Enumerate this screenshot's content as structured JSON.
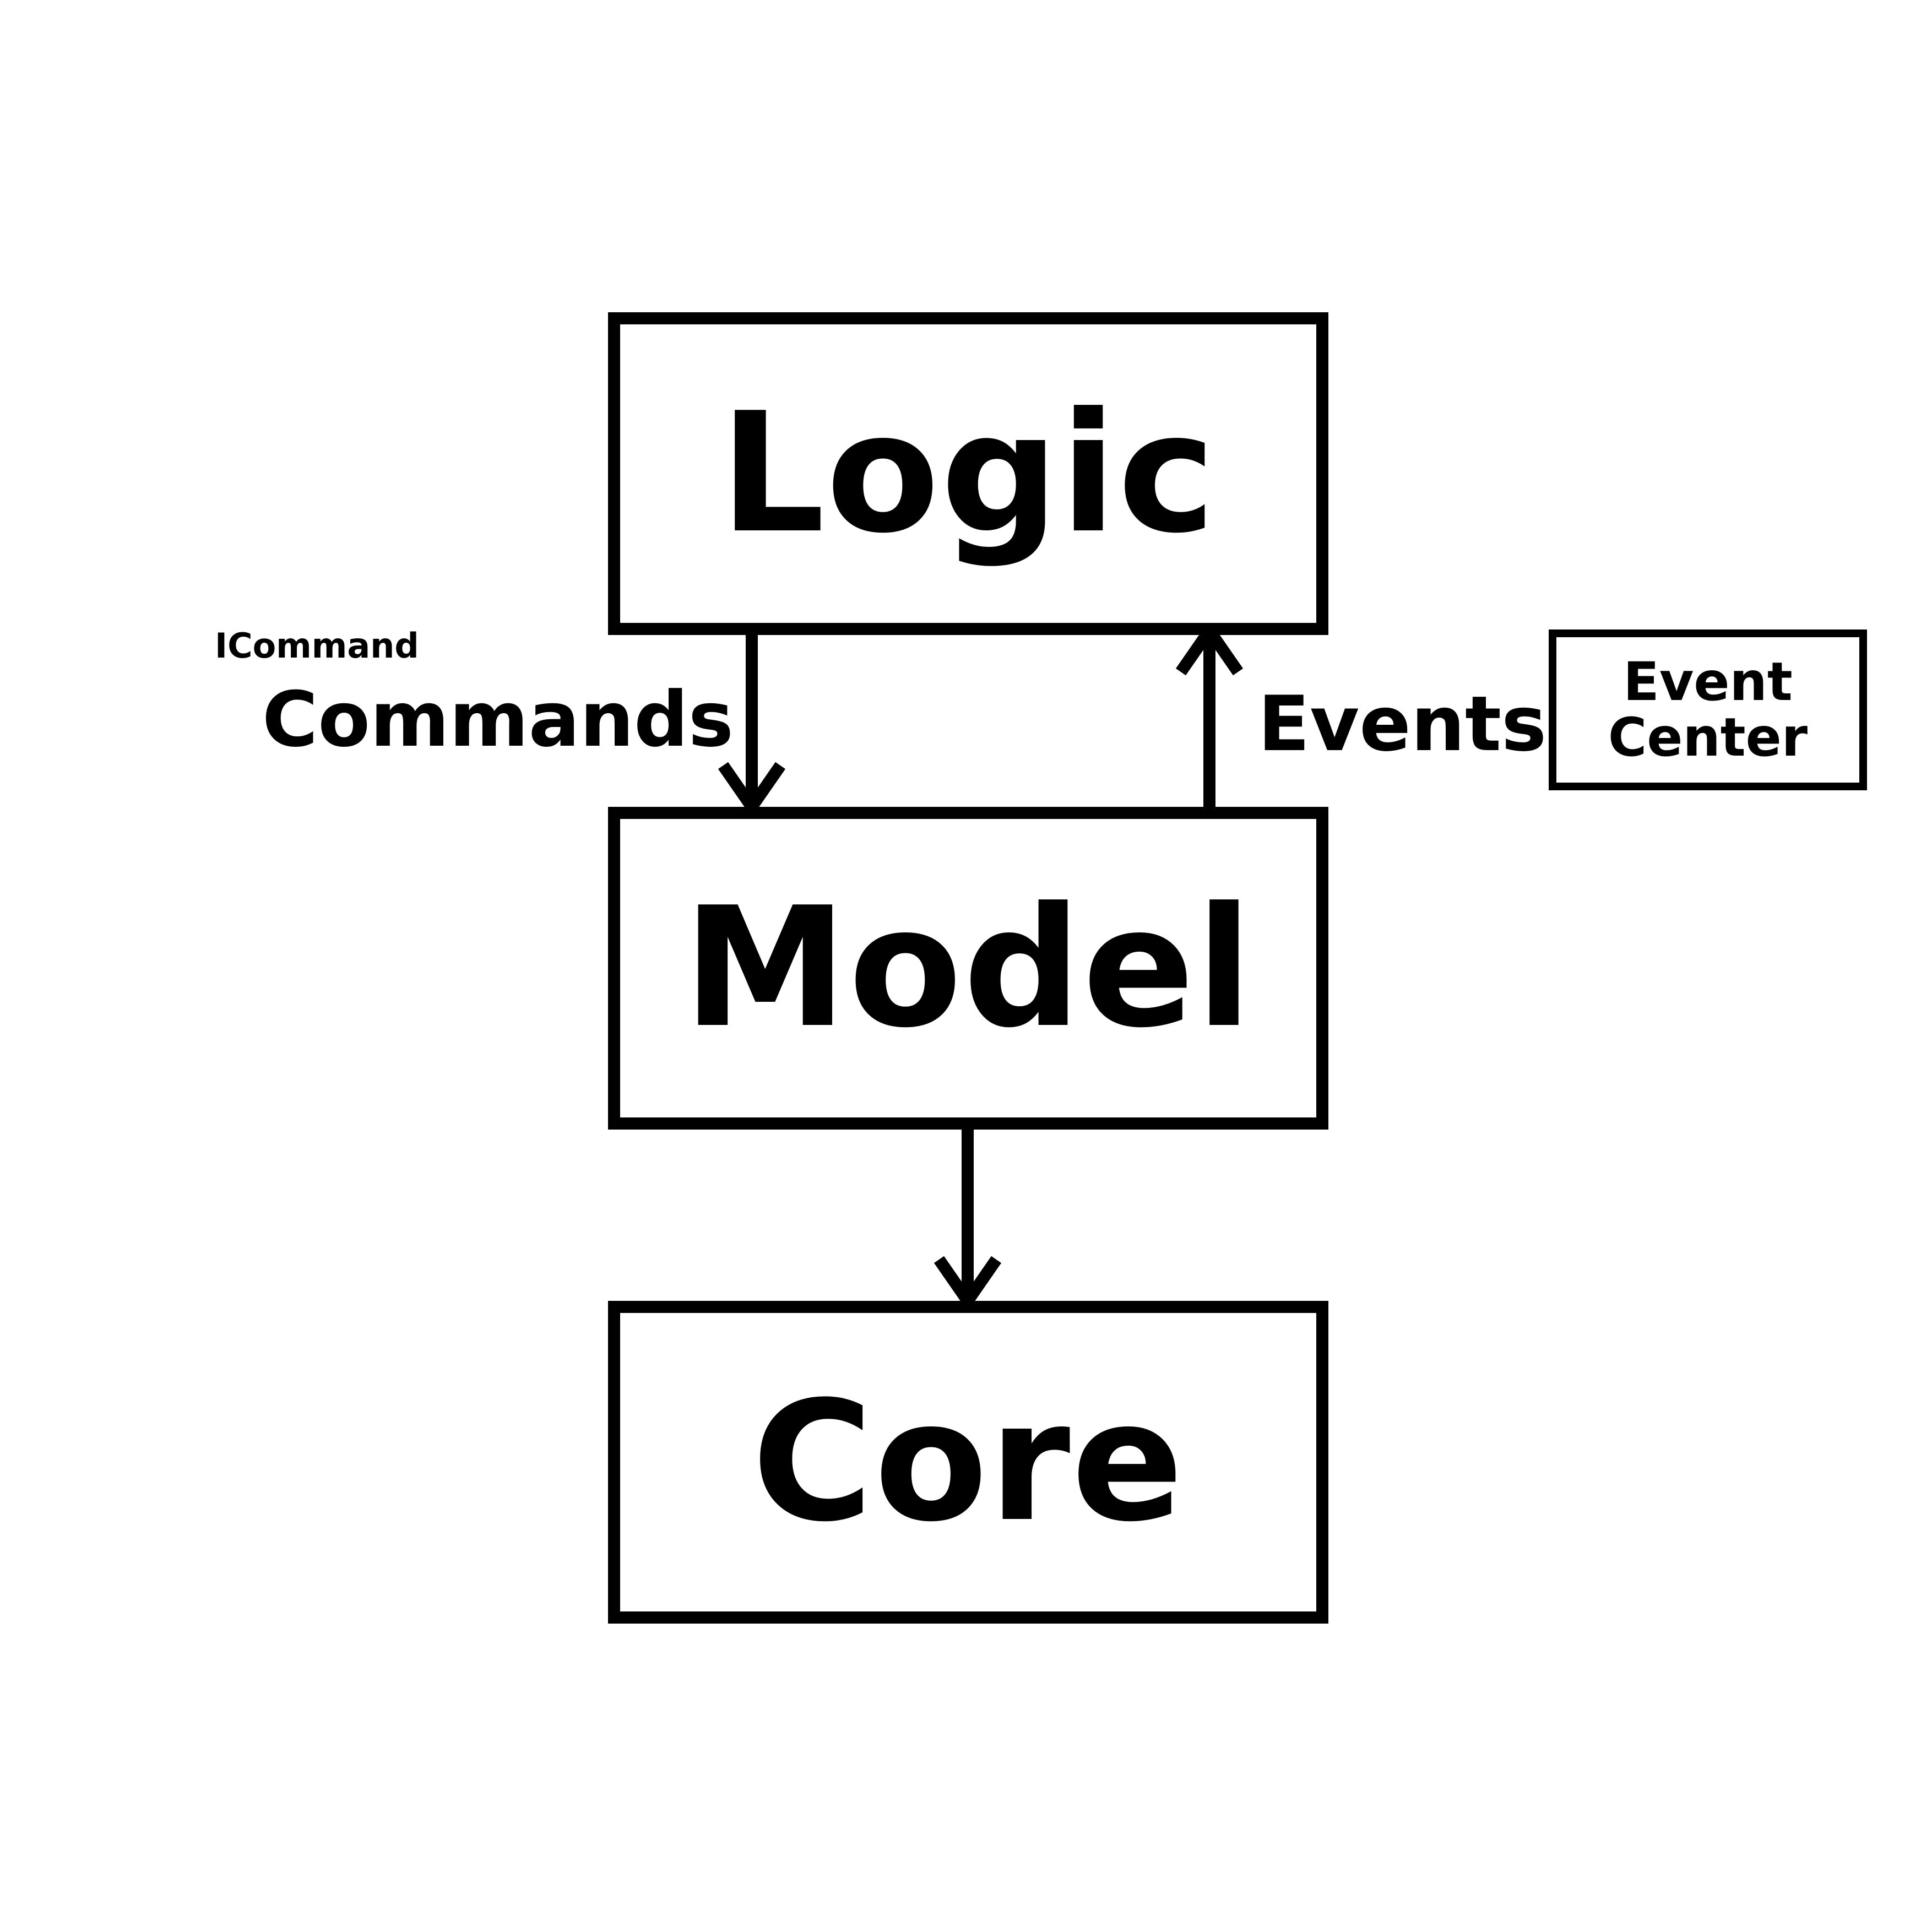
{
  "nodes": {
    "logic": "Logic",
    "model": "Model",
    "core": "Core",
    "event_center": [
      "Event",
      "Center"
    ]
  },
  "edges": {
    "icommand": "ICommand",
    "commands": "Commands",
    "events": "Events"
  },
  "colors": {
    "stroke": "#000000",
    "background": "#ffffff"
  }
}
